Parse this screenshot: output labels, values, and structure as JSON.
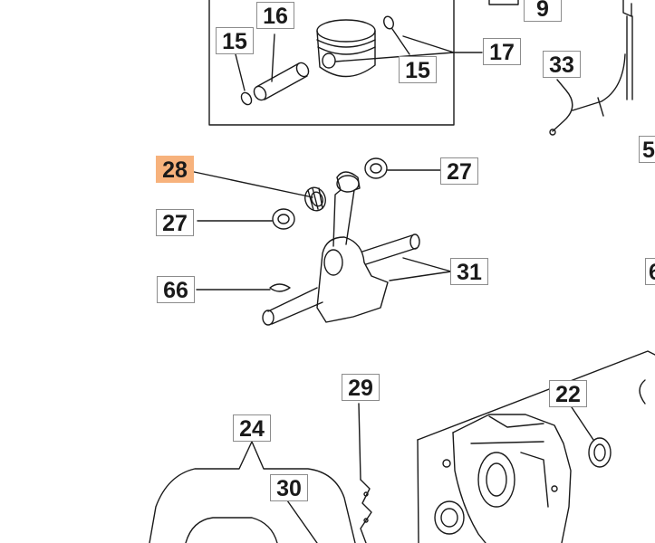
{
  "colors": {
    "line": "#1a1a1a",
    "label_border": "#8c8c8c",
    "highlight": "#f7b27c",
    "background": "#ffffff"
  },
  "labels": {
    "p9": "9",
    "p16": "16",
    "p15a": "15",
    "p15b": "15",
    "p17": "17",
    "p33": "33",
    "p5": "5",
    "p28": "28",
    "p27a": "27",
    "p27b": "27",
    "p31": "31",
    "p66": "66",
    "p6": "6",
    "p29": "29",
    "p22": "22",
    "p24": "24",
    "p30": "30"
  },
  "highlighted_part": "28"
}
